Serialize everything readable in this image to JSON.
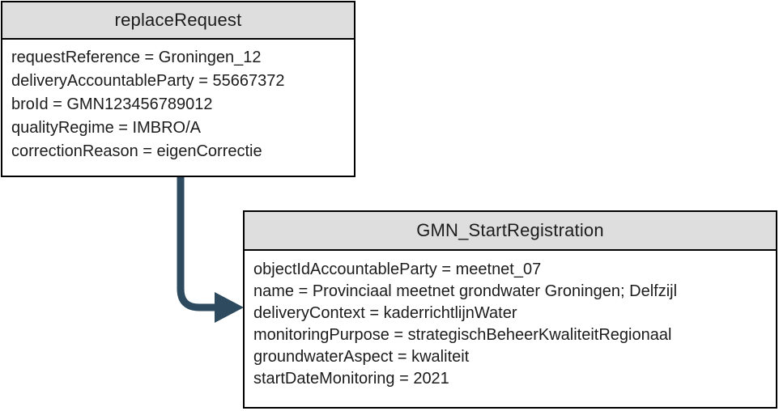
{
  "diagram": {
    "background_color": "#ffffff",
    "border_color": "#000000",
    "header_fill_color": "#dedede",
    "arrow_color": "#2d4a5f",
    "boxes": [
      {
        "id": "replaceRequest",
        "title": "replaceRequest",
        "attributes": [
          "requestReference = Groningen_12",
          "deliveryAccountableParty = 55667372",
          "broId = GMN123456789012",
          "qualityRegime = IMBRO/A",
          "correctionReason = eigenCorrectie"
        ]
      },
      {
        "id": "GMN_StartRegistration",
        "title": "GMN_StartRegistration",
        "attributes": [
          "objectIdAccountableParty = meetnet_07",
          "name = Provinciaal meetnet grondwater Groningen; Delfzijl",
          "deliveryContext = kaderrichtlijnWater",
          "monitoringPurpose = strategischBeheerKwaliteitRegionaal",
          "groundwaterAspect = kwaliteit",
          "startDateMonitoring = 2021"
        ]
      }
    ],
    "connector": {
      "from": "replaceRequest",
      "to": "GMN_StartRegistration",
      "style": "elbow-arrow"
    }
  }
}
